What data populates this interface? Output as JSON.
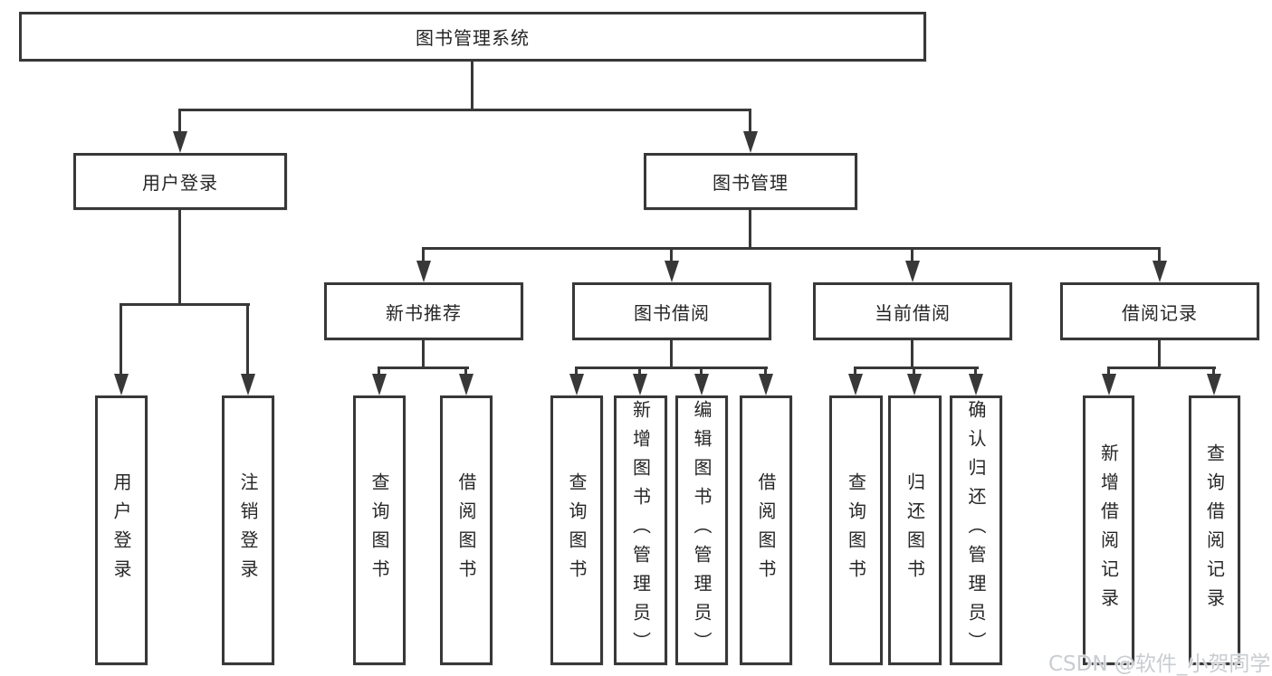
{
  "tree": {
    "root": "图书管理系统",
    "branches": [
      {
        "label": "用户登录",
        "children": [
          "用户登录",
          "注销登录"
        ]
      },
      {
        "label": "图书管理",
        "children": [
          {
            "label": "新书推荐",
            "children": [
              "查询图书",
              "借阅图书"
            ]
          },
          {
            "label": "图书借阅",
            "children": [
              "查询图书",
              "新增图书（管理员）",
              "编辑图书（管理员）",
              "借阅图书"
            ]
          },
          {
            "label": "当前借阅",
            "children": [
              "查询图书",
              "归还图书",
              "确认归还（管理员）"
            ]
          },
          {
            "label": "借阅记录",
            "children": [
              "新增借阅记录",
              "查询借阅记录"
            ]
          }
        ]
      }
    ]
  },
  "watermark": "CSDN @软件_小贺同学",
  "colors": {
    "line": "#383838",
    "text": "#262626",
    "watermark": "#c9cdd1",
    "background": "#ffffff"
  }
}
